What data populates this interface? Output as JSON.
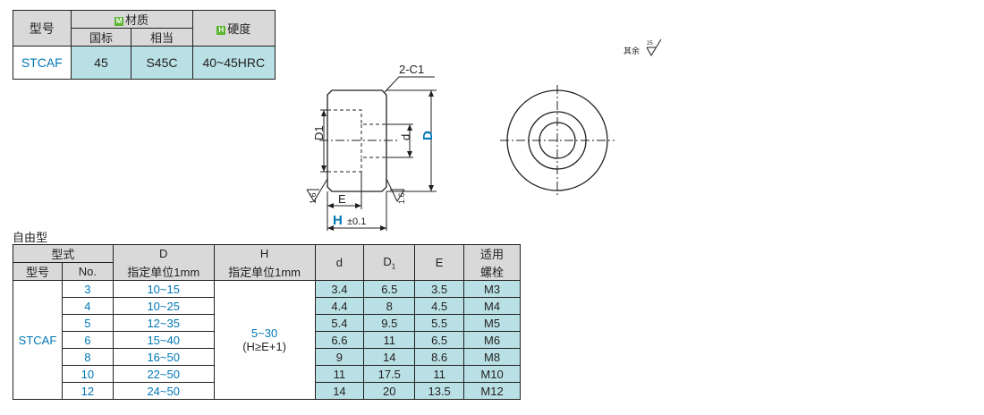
{
  "material_table": {
    "header_model": "型号",
    "header_material": "材质",
    "material_tag": "M",
    "header_cn_std": "国标",
    "header_equiv": "相当",
    "header_hardness": "硬度",
    "hardness_tag": "H",
    "row": {
      "model": "STCAF",
      "cn_std": "45",
      "equiv": "S45C",
      "hardness": "40~45HRC"
    }
  },
  "drawing": {
    "chamfer": "2-C1",
    "label_D1": "D1",
    "label_d": "d",
    "label_D": "D",
    "label_E": "E",
    "label_H": "H",
    "tolerance_H": "±0.1",
    "roughness_left": "1.6",
    "roughness_right": "1.6",
    "surface_note": "其余",
    "surface_note_value": "25"
  },
  "section_label": "自由型",
  "spec_table": {
    "h_type": "型式",
    "h_model": "型号",
    "h_no": "No.",
    "h_D": "D",
    "h_D_sub": "指定单位1mm",
    "h_H": "H",
    "h_H_sub": "指定单位1mm",
    "h_d": "d",
    "h_D1": "D",
    "h_D1_sub": "1",
    "h_E": "E",
    "h_bolt_1": "适用",
    "h_bolt_2": "螺栓",
    "model": "STCAF",
    "H_range": "5~30",
    "H_cond": "(H≥E+1)",
    "rows": [
      {
        "no": "3",
        "D": "10~15",
        "d": "3.4",
        "D1": "6.5",
        "E": "3.5",
        "bolt": "M3"
      },
      {
        "no": "4",
        "D": "10~25",
        "d": "4.4",
        "D1": "8",
        "E": "4.5",
        "bolt": "M4"
      },
      {
        "no": "5",
        "D": "12~35",
        "d": "5.4",
        "D1": "9.5",
        "E": "5.5",
        "bolt": "M5"
      },
      {
        "no": "6",
        "D": "15~40",
        "d": "6.6",
        "D1": "11",
        "E": "6.5",
        "bolt": "M6"
      },
      {
        "no": "8",
        "D": "16~50",
        "d": "9",
        "D1": "14",
        "E": "8.6",
        "bolt": "M8"
      },
      {
        "no": "10",
        "D": "22~50",
        "d": "11",
        "D1": "17.5",
        "E": "11",
        "bolt": "M10"
      },
      {
        "no": "12",
        "D": "24~50",
        "d": "14",
        "D1": "20",
        "E": "13.5",
        "bolt": "M12"
      }
    ]
  }
}
